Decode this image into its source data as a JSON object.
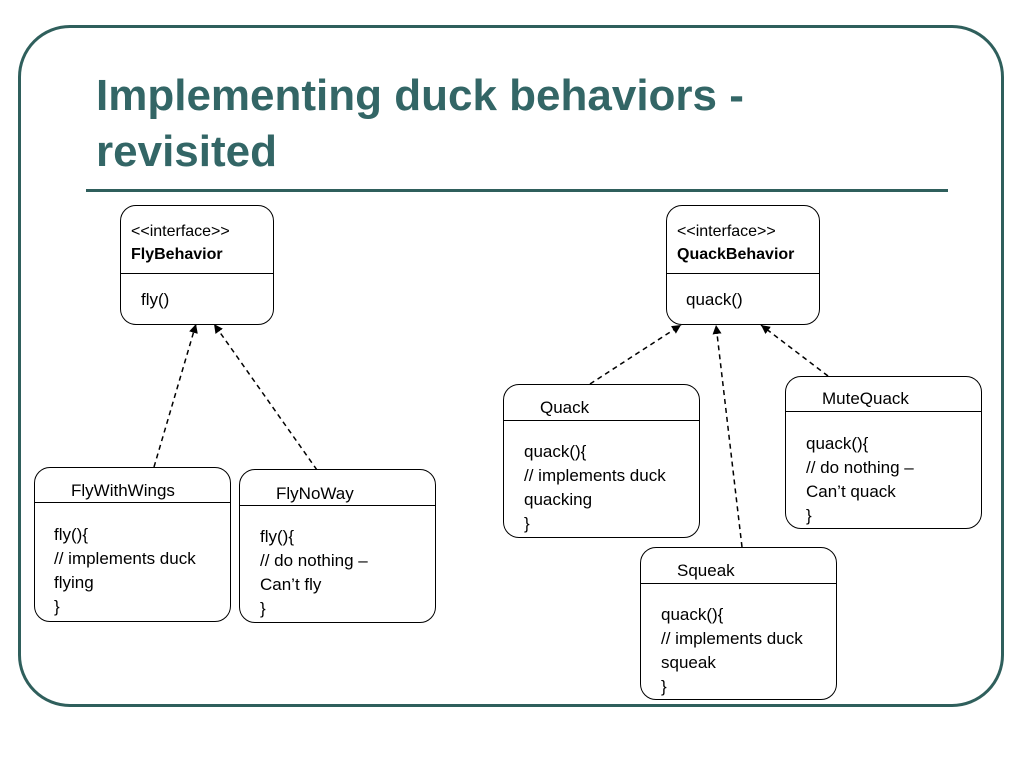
{
  "slide": {
    "title_line1": "Implementing duck behaviors -",
    "title_line2": "revisited"
  },
  "diagram": {
    "fly_behavior": {
      "stereotype": "<<interface>>",
      "name": "FlyBehavior",
      "method": "fly()"
    },
    "quack_behavior": {
      "stereotype": "<<interface>>",
      "name": "QuackBehavior",
      "method": "quack()"
    },
    "fly_with_wings": {
      "name": "FlyWithWings",
      "lines": [
        "fly(){",
        "// implements duck",
        "flying",
        "}"
      ]
    },
    "fly_no_way": {
      "name": "FlyNoWay",
      "lines": [
        "fly(){",
        "// do nothing –",
        "Can’t fly",
        "}"
      ]
    },
    "quack": {
      "name": "Quack",
      "lines": [
        "quack(){",
        "// implements duck",
        "quacking",
        "}"
      ]
    },
    "squeak": {
      "name": "Squeak",
      "lines": [
        "quack(){",
        "// implements duck",
        "squeak",
        "}"
      ]
    },
    "mute_quack": {
      "name": "MuteQuack",
      "lines": [
        "quack(){",
        "// do nothing –",
        "Can’t quack",
        "}"
      ]
    }
  }
}
